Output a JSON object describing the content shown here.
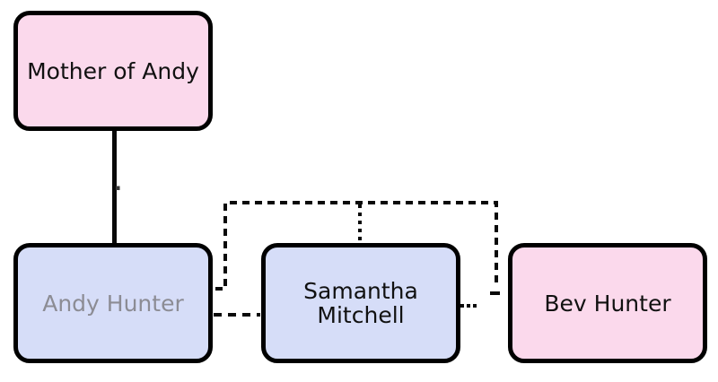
{
  "diagram": {
    "type": "genogram",
    "background": "#ffffff",
    "nodes": [
      {
        "id": "mother-of-andy",
        "label": "Mother of Andy",
        "fill": "#FBD9EC",
        "text_color": "#111111"
      },
      {
        "id": "andy-hunter",
        "label": "Andy Hunter",
        "fill": "#D6DDF8",
        "text_color": "#8C8C94"
      },
      {
        "id": "samantha-mitchell",
        "label": "Samantha Mitchell",
        "line1": "Samantha",
        "line2": "Mitchell",
        "fill": "#D6DDF8",
        "text_color": "#111111"
      },
      {
        "id": "bev-hunter",
        "label": "Bev Hunter",
        "fill": "#FBD9EC",
        "text_color": "#111111"
      }
    ],
    "edges": [
      {
        "id": "mother-to-andy",
        "style": "solid",
        "from": "Mother of Andy",
        "to": "Andy Hunter"
      },
      {
        "id": "andy-to-bev-elbow",
        "style": "dashed",
        "from": "Andy Hunter right side",
        "to": "near Bev Hunter left side"
      },
      {
        "id": "elbow-to-samantha",
        "style": "dotted",
        "from": "andy-to-bev dashed line",
        "to": "Samantha Mitchell top"
      },
      {
        "id": "andy-to-samantha",
        "style": "dashed",
        "from": "Andy Hunter right side",
        "to": "Samantha Mitchell left side"
      },
      {
        "id": "samantha-right-stub",
        "style": "dotted",
        "from": "Samantha Mitchell right side",
        "to": "toward Bev Hunter (truncated)"
      }
    ],
    "colors": {
      "pink": "#FBD9EC",
      "lavender": "#D6DDF8",
      "border": "#000000",
      "line": "#0A0A0A",
      "text": "#111111",
      "muted_text": "#8C8C94"
    }
  }
}
